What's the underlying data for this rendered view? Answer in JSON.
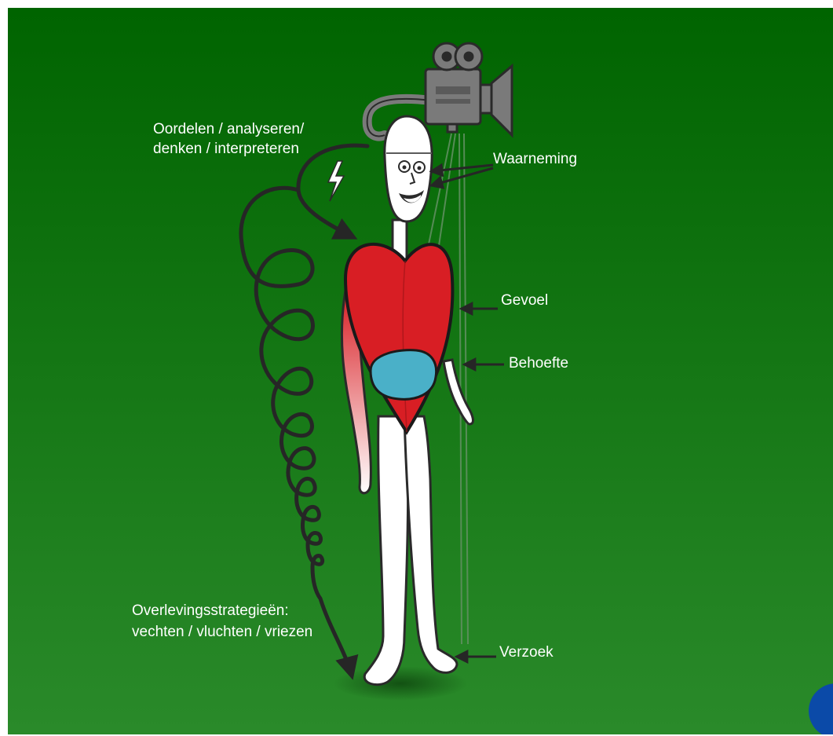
{
  "labels": {
    "oordelen_line1": "Oordelen / analyseren/",
    "oordelen_line2": "denken / interpreteren",
    "waarneming": "Waarneming",
    "gevoel": "Gevoel",
    "behoefte": "Behoefte",
    "verzoek": "Verzoek",
    "overleving_line1": "Overlevingsstrategieën:",
    "overleving_line2": "vechten / vluchten / vriezen"
  },
  "icons": [
    "camera-icon",
    "lightning-icon",
    "heart-icon",
    "blue-circle-icon"
  ],
  "colors": {
    "background_top": "#006400",
    "background_bottom": "#2a8a2a",
    "heart": "#d81e24",
    "belly": "#4ab0c8",
    "camera": "#7a7a7a",
    "arrow": "#262626",
    "text": "#ffffff",
    "corner_circle": "#0b4aa8"
  }
}
